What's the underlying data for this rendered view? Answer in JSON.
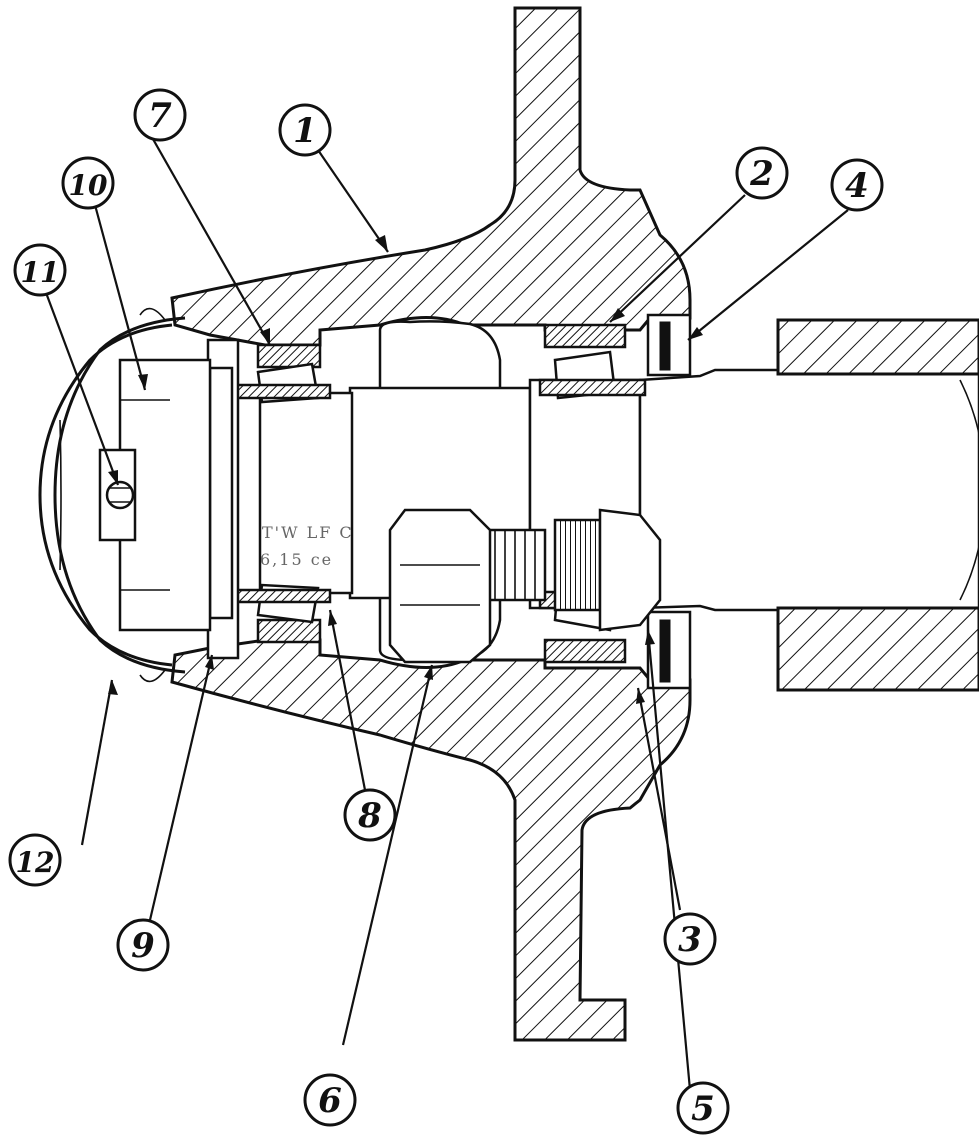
{
  "diagram": {
    "callouts": [
      {
        "id": "1",
        "label": "1"
      },
      {
        "id": "2",
        "label": "2"
      },
      {
        "id": "3",
        "label": "3"
      },
      {
        "id": "4",
        "label": "4"
      },
      {
        "id": "5",
        "label": "5"
      },
      {
        "id": "6",
        "label": "6"
      },
      {
        "id": "7",
        "label": "7"
      },
      {
        "id": "8",
        "label": "8"
      },
      {
        "id": "9",
        "label": "9"
      },
      {
        "id": "10",
        "label": "10"
      },
      {
        "id": "11",
        "label": "11"
      },
      {
        "id": "12",
        "label": "12"
      }
    ],
    "faint_text": [
      "T'W LF C",
      "6,15 ce"
    ]
  }
}
